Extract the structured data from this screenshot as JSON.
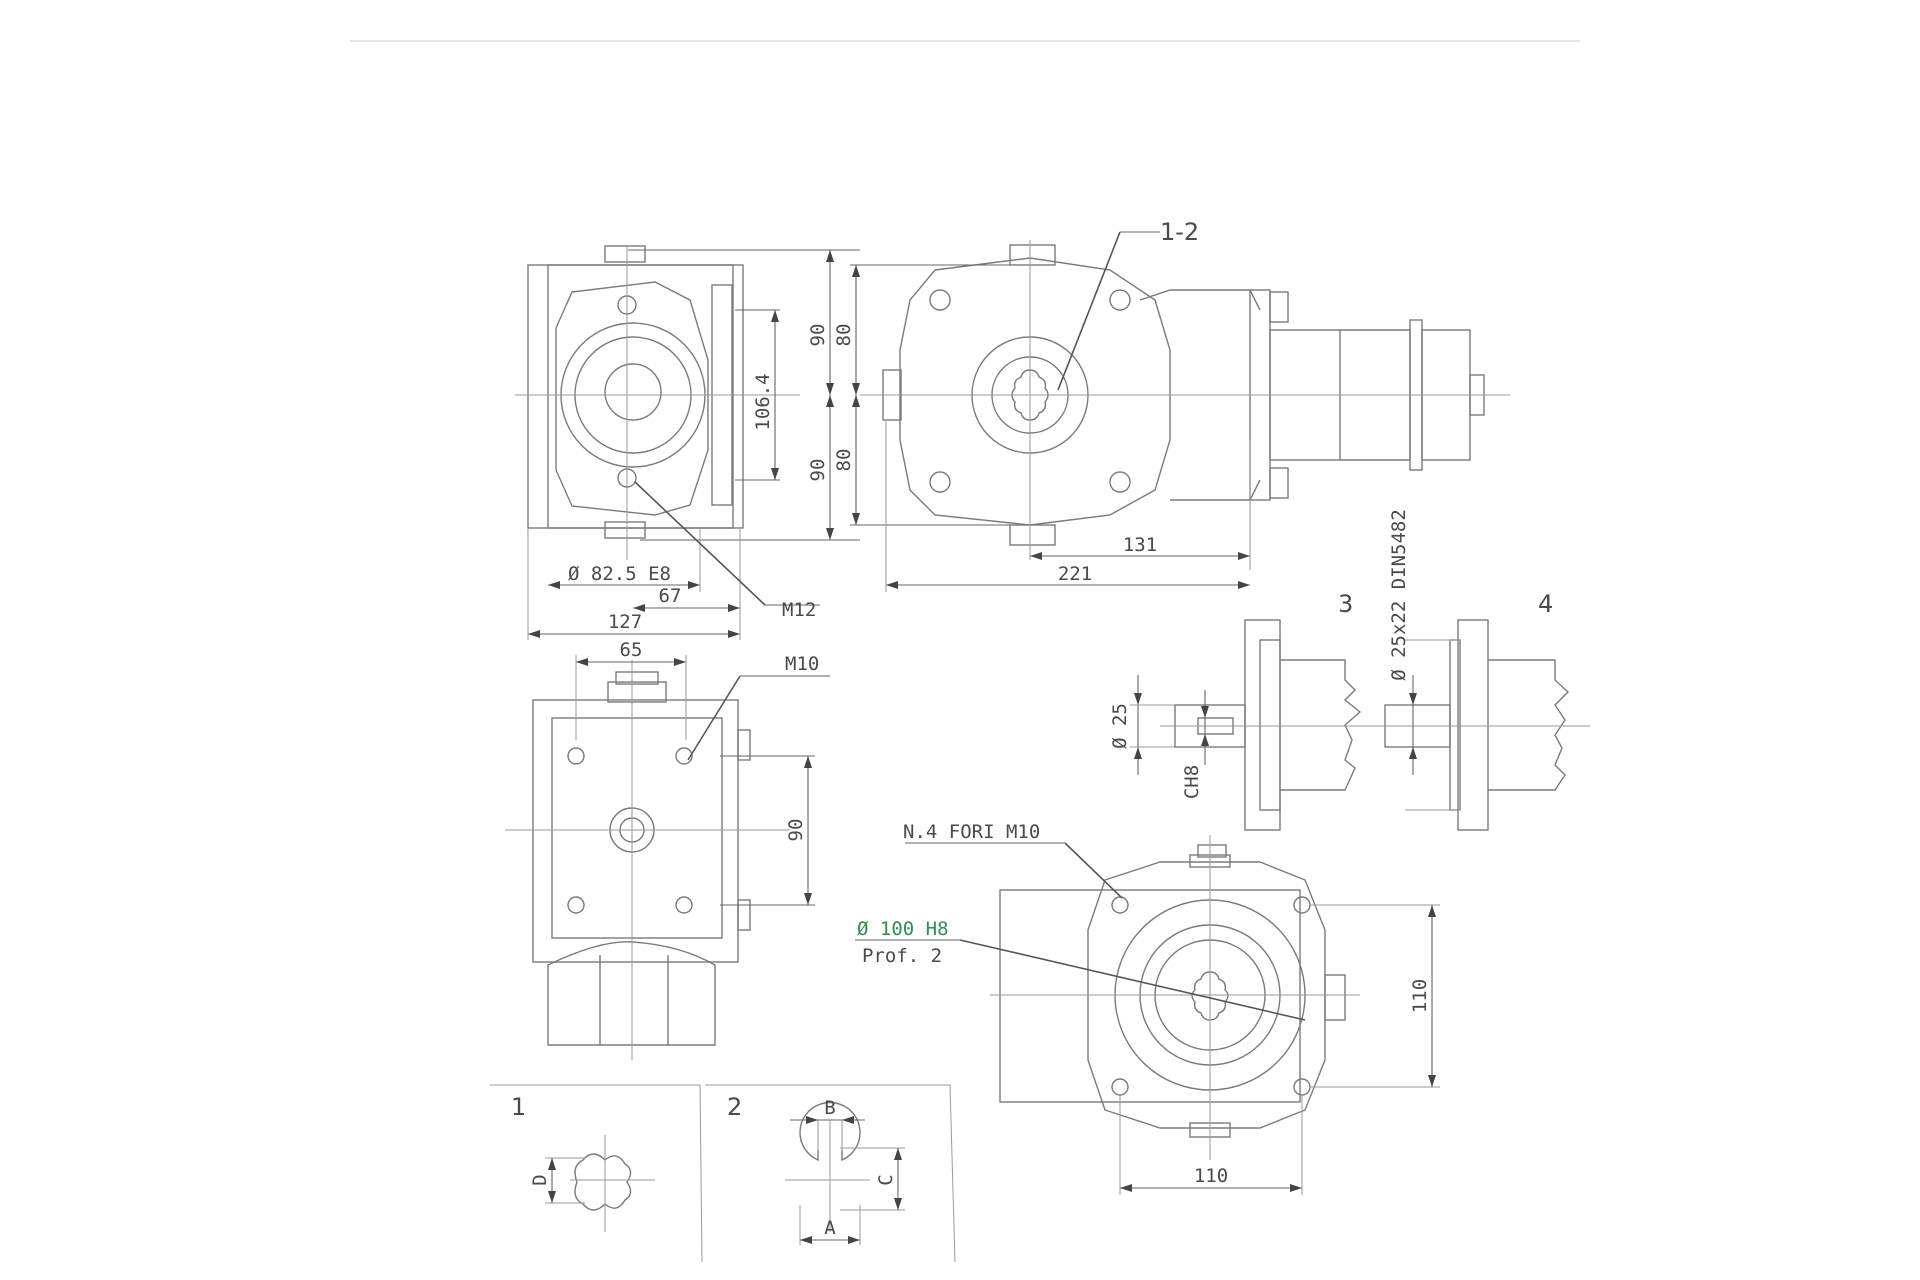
{
  "labels": {
    "detail_1_2": "1-2",
    "detail_3": "3",
    "detail_4": "4",
    "inset_1": "1",
    "inset_2": "2",
    "dim_90_top": "90",
    "dim_80_top": "80",
    "dim_90_bottom": "90",
    "dim_80_bottom": "80",
    "dim_106_4": "106.4",
    "dim_131": "131",
    "dim_221": "221",
    "dim_82_5": "Ø 82.5 E8",
    "dim_67": "67",
    "dim_127": "127",
    "dim_65": "65",
    "dim_90_side": "90",
    "dim_110_v": "110",
    "dim_110_h": "110",
    "thread_m12": "M12",
    "thread_m10": "M10",
    "holes": "N.4 FORI M10",
    "bore": "Ø 100 H8",
    "bore_depth": "Prof. 2",
    "shaft_d25": "Ø 25",
    "shaft_ch8": "CH8",
    "spline": "Ø 25x22 DIN5482",
    "letter_a": "A",
    "letter_b": "B",
    "letter_c": "C",
    "letter_d": "D"
  }
}
